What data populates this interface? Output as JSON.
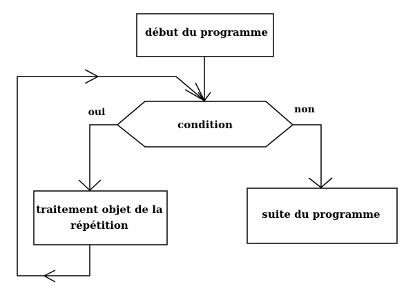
{
  "diagram": {
    "start": {
      "label": "début du programme"
    },
    "condition": {
      "label": "condition"
    },
    "branch_yes": {
      "label": "oui"
    },
    "branch_no": {
      "label": "non"
    },
    "loop_body": {
      "line1": "traitement objet de la",
      "line2": "répétition"
    },
    "continuation": {
      "label": "suite du programme"
    }
  }
}
